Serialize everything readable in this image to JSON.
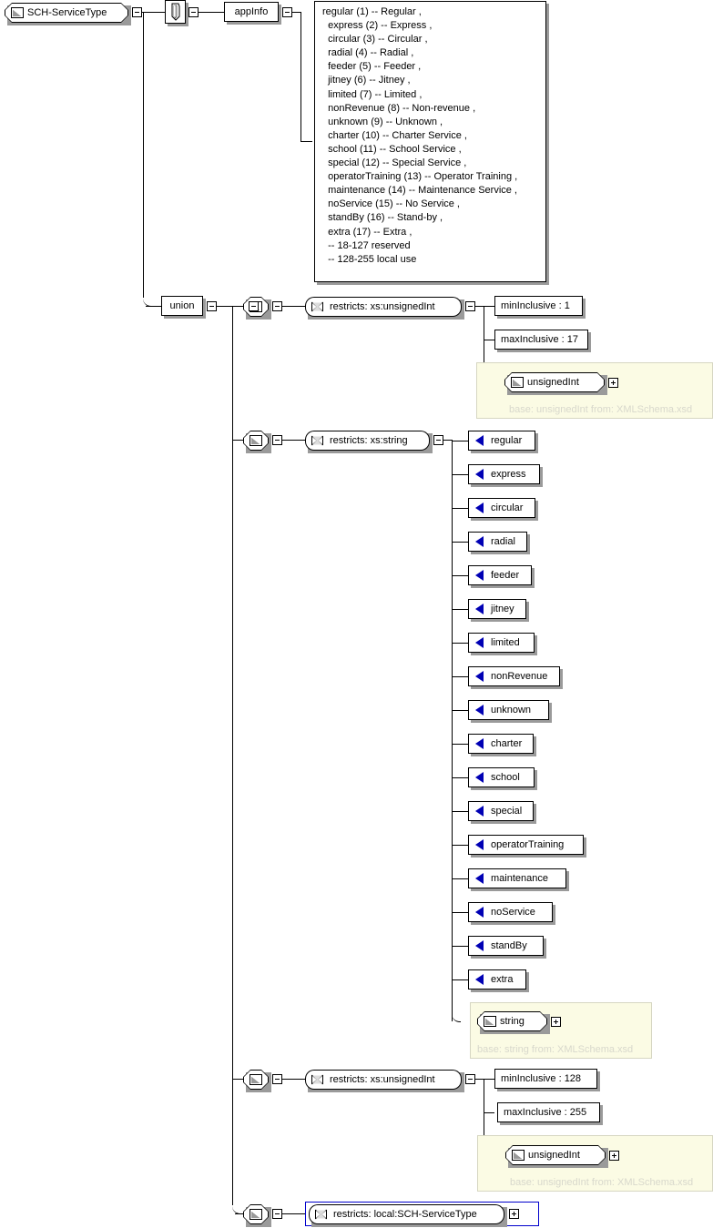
{
  "diagram": {
    "title": "SCH-ServiceType",
    "type": "xml-schema-simpletype-diagram",
    "colors": {
      "line": "#000000",
      "node_fill": "#ffffff",
      "shadow": "#9a9a9a",
      "enum_arrow": "#0000b4",
      "base_panel_fill": "#fbfbe4",
      "base_panel_border": "#d6d6c2",
      "base_note_text": "#d8d8cc",
      "selection": "#0000cc"
    }
  },
  "root": {
    "label": "SCH-ServiceType",
    "icon": "simpletype-icon",
    "toggle": "minus"
  },
  "annotation": {
    "icon": "annotation-paperclip-icon",
    "toggle": "minus",
    "appinfo": {
      "label": "appInfo",
      "toggle": "minus",
      "text_lines": [
        "regular (1) -- Regular ,",
        "  express (2) -- Express ,",
        "  circular (3) -- Circular ,",
        "  radial (4) -- Radial ,",
        "  feeder (5) -- Feeder ,",
        "  jitney (6) -- Jitney ,",
        "  limited (7) -- Limited ,",
        "  nonRevenue (8) -- Non-revenue ,",
        "  unknown (9) -- Unknown ,",
        "  charter (10) -- Charter Service ,",
        "  school (11) -- School Service ,",
        "  special (12) -- Special Service ,",
        "  operatorTraining (13) -- Operator Training ,",
        "  maintenance (14) -- Maintenance Service ,",
        "  noService (15) -- No Service ,",
        "  standBy (16) -- Stand-by ,",
        "  extra (17) -- Extra ,",
        "  -- 18-127 reserved",
        "  -- 128-255 local use"
      ]
    }
  },
  "union": {
    "label": "union",
    "toggle": "minus",
    "members": [
      {
        "member_icon": "simpletype-icon",
        "toggle": "minus",
        "restricts": {
          "label": "restricts: xs:unsignedInt",
          "icon": "restricts-icon",
          "toggle": "minus"
        },
        "facets": [
          {
            "label": "minInclusive : 1"
          },
          {
            "label": "maxInclusive : 17"
          }
        ],
        "base": {
          "label": "unsignedInt",
          "icon": "simpletype-icon",
          "toggle": "plus",
          "note": "base: unsignedInt from: XMLSchema.xsd"
        }
      },
      {
        "member_icon": "simpletype-icon",
        "toggle": "minus",
        "restricts": {
          "label": "restricts: xs:string",
          "icon": "restricts-icon",
          "toggle": "minus"
        },
        "enumerations": [
          {
            "label": "regular"
          },
          {
            "label": "express"
          },
          {
            "label": "circular"
          },
          {
            "label": "radial"
          },
          {
            "label": "feeder"
          },
          {
            "label": "jitney"
          },
          {
            "label": "limited"
          },
          {
            "label": "nonRevenue"
          },
          {
            "label": "unknown"
          },
          {
            "label": "charter"
          },
          {
            "label": "school"
          },
          {
            "label": "special"
          },
          {
            "label": "operatorTraining"
          },
          {
            "label": "maintenance"
          },
          {
            "label": "noService"
          },
          {
            "label": "standBy"
          },
          {
            "label": "extra"
          }
        ],
        "base": {
          "label": "string",
          "icon": "simpletype-icon",
          "toggle": "plus",
          "note": "base: string from: XMLSchema.xsd"
        }
      },
      {
        "member_icon": "simpletype-icon",
        "toggle": "minus",
        "restricts": {
          "label": "restricts: xs:unsignedInt",
          "icon": "restricts-icon",
          "toggle": "minus"
        },
        "facets": [
          {
            "label": "minInclusive : 128"
          },
          {
            "label": "maxInclusive : 255"
          }
        ],
        "base": {
          "label": "unsignedInt",
          "icon": "simpletype-icon",
          "toggle": "plus",
          "note": "base: unsignedInt from: XMLSchema.xsd"
        }
      },
      {
        "member_icon": "simpletype-icon",
        "toggle": "minus",
        "restricts": {
          "label": "restricts: local:SCH-ServiceType",
          "icon": "restricts-icon",
          "toggle": "plus",
          "selected": true
        }
      }
    ]
  }
}
